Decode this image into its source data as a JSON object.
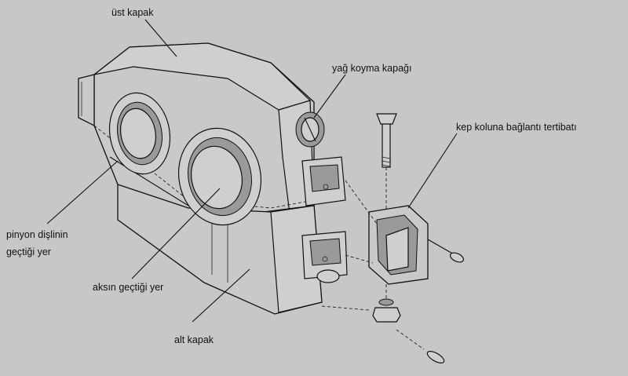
{
  "colors": {
    "background": "#c7c7c7",
    "ink": "#111111"
  },
  "labels": {
    "ust_kapak": "üst kapak",
    "yag_koyma": "yağ koyma kapağı",
    "kep_koluna": "kep koluna bağlantı tertibatı",
    "pinyon_line1": "pinyon dişlinin",
    "pinyon_line2": "geçtiği yer",
    "aksin": "aksın geçtiği yer",
    "alt_kapak": "alt kapak"
  }
}
